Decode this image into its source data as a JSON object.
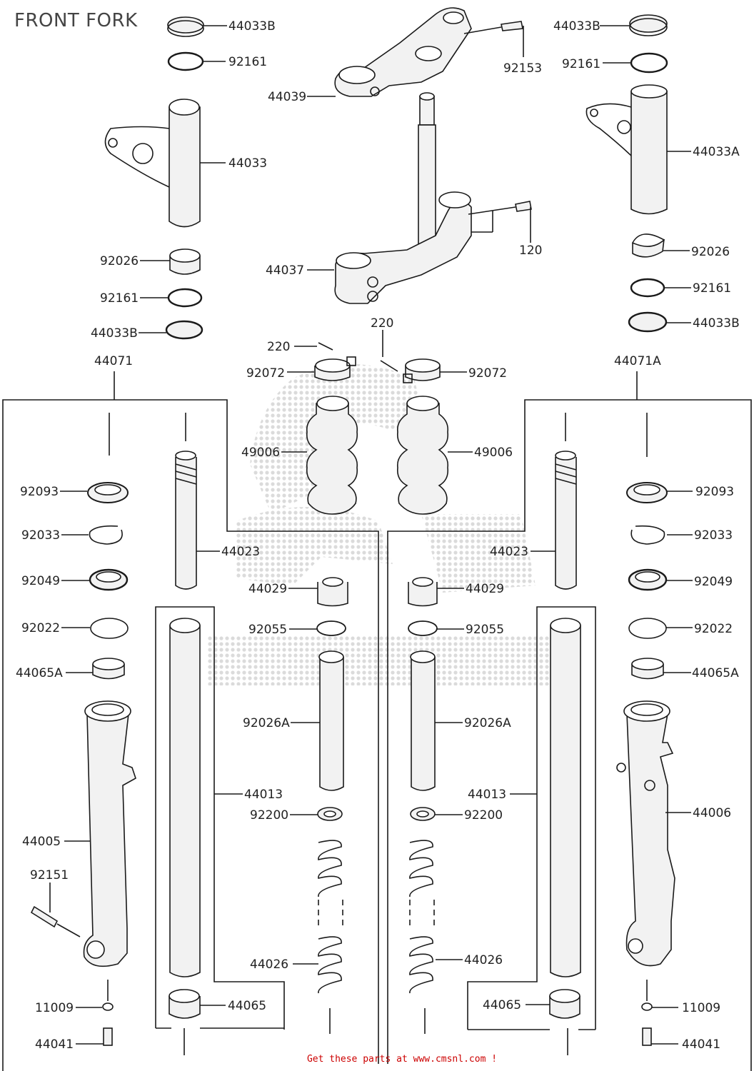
{
  "title": "FRONT FORK",
  "footer": "Get these parts at www.cmsnl.com !",
  "colors": {
    "line": "#1a1a1a",
    "part_fill": "#f2f2f2",
    "footer": "#cc0000",
    "watermark": "#8a8a8a"
  },
  "labels": {
    "l_44033B_tl": "44033B",
    "l_92161_tl": "92161",
    "l_44033": "44033",
    "l_92026_l": "92026",
    "l_92161_l2": "92161",
    "l_44033B_l2": "44033B",
    "l_44071": "44071",
    "l_44039": "44039",
    "l_92153": "92153",
    "l_44037": "44037",
    "l_120": "120",
    "l_44033B_tr": "44033B",
    "l_92161_tr": "92161",
    "l_44033A": "44033A",
    "l_92026_r": "92026",
    "l_92161_r2": "92161",
    "l_44033B_r2": "44033B",
    "l_44071A": "44071A",
    "l_220_a": "220",
    "l_220_b": "220",
    "l_92072_l": "92072",
    "l_92072_r": "92072",
    "l_49006_l": "49006",
    "l_49006_r": "49006",
    "l_92093_l": "92093",
    "l_92033_l": "92033",
    "l_92049_l": "92049",
    "l_92022_l": "92022",
    "l_44065A_l": "44065A",
    "l_44005": "44005",
    "l_92151": "92151",
    "l_11009_l": "11009",
    "l_44041_l": "44041",
    "l_44023_l": "44023",
    "l_44013_l": "44013",
    "l_44065_l": "44065",
    "l_44029_l": "44029",
    "l_92055_l": "92055",
    "l_92026A_l": "92026A",
    "l_92200_l": "92200",
    "l_44026_l": "44026",
    "l_44029_r": "44029",
    "l_92055_r": "92055",
    "l_92026A_r": "92026A",
    "l_92200_r": "92200",
    "l_44026_r": "44026",
    "l_44023_r": "44023",
    "l_44013_r": "44013",
    "l_44065_r": "44065",
    "l_92093_r": "92093",
    "l_92033_r": "92033",
    "l_92049_r": "92049",
    "l_92022_r": "92022",
    "l_44065A_r": "44065A",
    "l_44006": "44006",
    "l_11009_r": "11009",
    "l_44041_r": "44041"
  }
}
